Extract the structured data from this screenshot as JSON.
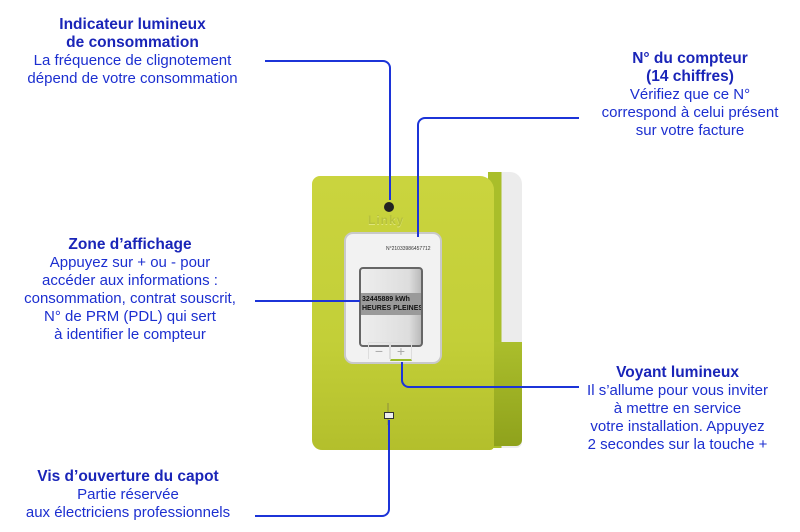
{
  "meter": {
    "brand": "Linky",
    "serial": "N°21033986457712",
    "display_line1": "32445889 kWh",
    "display_line2": "HEURES PLEINES",
    "minus_label": "−",
    "plus_label": "+"
  },
  "annotations": {
    "indicator": {
      "title": "Indicateur lumineux",
      "title2": "de consommation",
      "line1": "La fréquence de clignotement",
      "line2": "dépend de votre consommation"
    },
    "counter_number": {
      "title": "N° du compteur",
      "title2": "(14 chiffres)",
      "line1": "Vérifiez que ce N°",
      "line2": "correspond à celui présent",
      "line3": "sur votre facture"
    },
    "display_zone": {
      "title": "Zone d’affichage",
      "line1": "Appuyez sur + ou - pour",
      "line2": "accéder aux informations :",
      "line3": "consommation, contrat souscrit,",
      "line4": "N° de PRM (PDL) qui sert",
      "line5": "à identifier le compteur"
    },
    "light": {
      "title": "Voyant lumineux",
      "line1": "Il s’allume pour vous inviter",
      "line2": "à mettre en service",
      "line3": "votre installation. Appuyez",
      "line4": "2 secondes sur la touche +"
    },
    "screw": {
      "title": "Vis d’ouverture du capot",
      "line1": "Partie réservée",
      "line2": "aux électriciens professionnels"
    }
  }
}
